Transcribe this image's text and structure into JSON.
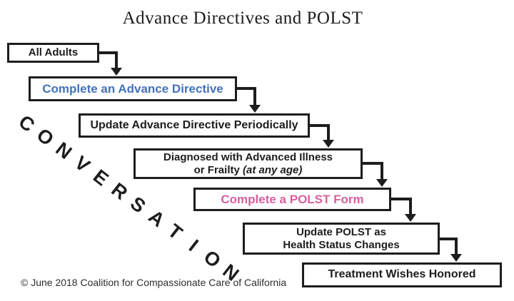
{
  "title": "Advance Directives and POLST",
  "conversation": {
    "text": "CONVERSATION"
  },
  "flow": {
    "boxes": {
      "all_adults": {
        "label": "All Adults"
      },
      "complete_ad": {
        "label": "Complete an Advance Directive"
      },
      "update_ad": {
        "label": "Update Advance Directive Periodically"
      },
      "diagnosed": {
        "line1": "Diagnosed with Advanced Illness",
        "line2_prefix": "or Frailty ",
        "line2_italic": "(at any age)"
      },
      "complete_polst": {
        "label": "Complete a POLST Form"
      },
      "update_polst": {
        "line1": "Update POLST as",
        "line2": "Health Status Changes"
      },
      "wishes_honored": {
        "label": "Treatment Wishes Honored"
      }
    }
  },
  "colors": {
    "advance_directive_blue": "#4472b8",
    "polst_pink": "#d6609e",
    "line_black": "#1d1d1d"
  },
  "footer": "© June 2018 Coalition for Compassionate Care of California"
}
